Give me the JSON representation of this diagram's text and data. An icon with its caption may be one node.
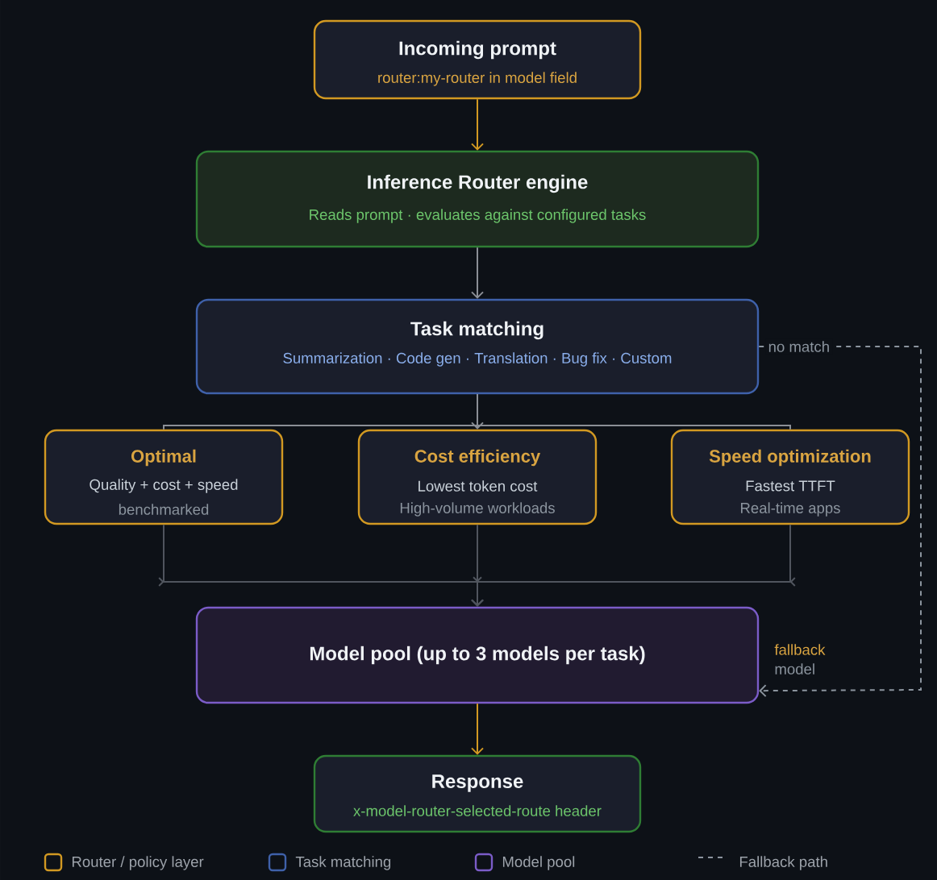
{
  "diagram": {
    "nodes": [
      {
        "text": [
          "Incoming prompt",
          "router:my-router in model field"
        ]
      },
      {
        "text": [
          "Inference Router engine",
          "Reads prompt · evaluates against configured tasks"
        ]
      },
      {
        "text": [
          "Task matching",
          "Summarization · Code gen · Translation · Bug fix · Custom"
        ]
      },
      {
        "text": [
          "Optimal",
          "Quality + cost + speed",
          "benchmarked"
        ]
      },
      {
        "text": [
          "Cost efficiency",
          "Lowest token cost",
          "High-volume workloads"
        ]
      },
      {
        "text": [
          "Speed optimization",
          "Fastest TTFT",
          "Real-time apps"
        ]
      },
      {
        "text": [
          "Model pool (up to 3 models per task)"
        ]
      },
      {
        "text": [
          "Response",
          "x-model-router-selected-route header"
        ]
      }
    ],
    "edges": [
      {
        "from": 0,
        "to": 1,
        "arrow": "to",
        "color": "#d29922"
      },
      {
        "from": 1,
        "to": 2,
        "arrow": "to"
      },
      {
        "from": 2,
        "to": 3,
        "arrow": "none"
      },
      {
        "from": 2,
        "to": 4,
        "arrow": "to"
      },
      {
        "from": 2,
        "to": 5,
        "arrow": "none"
      },
      {
        "from": 3,
        "to": 6,
        "arrow": "to"
      },
      {
        "from": 4,
        "to": 6,
        "arrow": "to"
      },
      {
        "from": 5,
        "to": 6,
        "arrow": "to"
      },
      {
        "from": 6,
        "to": 7,
        "arrow": "to",
        "color": "#d29922"
      },
      {
        "from": 2,
        "to": 6,
        "arrow": "to",
        "label": "no match",
        "style": "dashed"
      }
    ],
    "labels": [
      "fallback",
      "model"
    ],
    "legend": [
      {
        "text": "Router / policy layer",
        "color": "#d29922"
      },
      {
        "text": "Task matching",
        "color": "#3f61aa"
      },
      {
        "text": "Model pool",
        "color": "#7b5cc8"
      },
      {
        "text": "Fallback path"
      }
    ]
  }
}
